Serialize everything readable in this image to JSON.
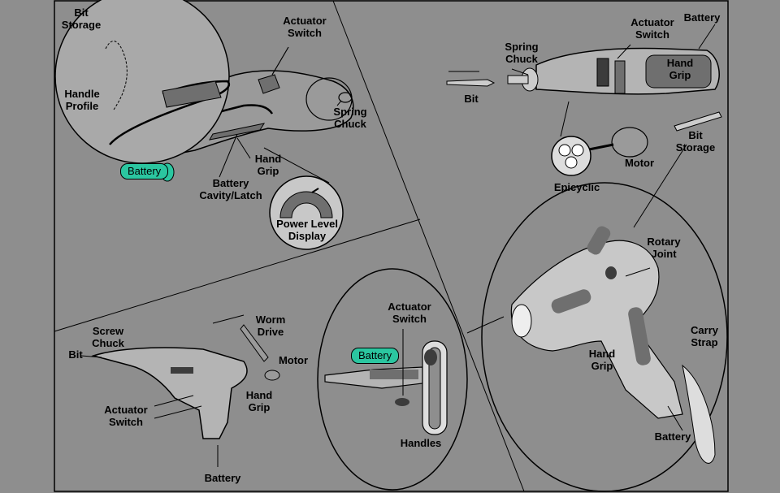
{
  "panels": {
    "top_left": {
      "bit_storage": [
        "Bit",
        "Storage"
      ],
      "handle_profile": [
        "Handle",
        "Profile"
      ],
      "actuator": "Actuator",
      "actuator_sub": "Switch",
      "spring_chuck": [
        "Spring",
        "Chuck"
      ],
      "hand_grip": [
        "Hand",
        "Grip"
      ],
      "battery_badge": "Battery",
      "battery_cavity": [
        "Battery",
        "Cavity/Latch"
      ],
      "power_level": [
        "Power Level",
        "Display"
      ]
    },
    "top_right": {
      "spring_chuck": [
        "Spring",
        "Chuck"
      ],
      "actuator": "Actuator",
      "actuator_sub": "Switch",
      "battery": "Battery",
      "hand_grip": [
        "Hand",
        "Grip"
      ],
      "bit": "Bit",
      "bit_storage": [
        "Bit",
        "Storage"
      ],
      "motor": "Motor",
      "epicyclic": "Epicyclic"
    },
    "bottom_left": {
      "screw_chuck": [
        "Screw",
        "Chuck"
      ],
      "bit": "Bit",
      "worm_drive": [
        "Worm",
        "Drive"
      ],
      "motor": "Motor",
      "actuator": "Actuator",
      "actuator_sub": "Switch",
      "hand_grip": [
        "Hand",
        "Grip"
      ],
      "battery": "Battery"
    },
    "bottom_middle": {
      "actuator": [
        "Actuator",
        "Switch"
      ],
      "battery_badge": "Battery",
      "handles": "Handles"
    },
    "bottom_right": {
      "rotary_joint": [
        "Rotary",
        "Joint"
      ],
      "carry_strap": [
        "Carry",
        "Strap"
      ],
      "hand_grip": [
        "Hand",
        "Grip"
      ],
      "battery": "Battery"
    }
  },
  "colors": {
    "background": "#8e8e8e",
    "battery_badge": "#2bc6a0",
    "part_fill": "#6f6f6f",
    "dark_part": "#3c3c3c",
    "lens_fill": "#a9a9a9"
  }
}
